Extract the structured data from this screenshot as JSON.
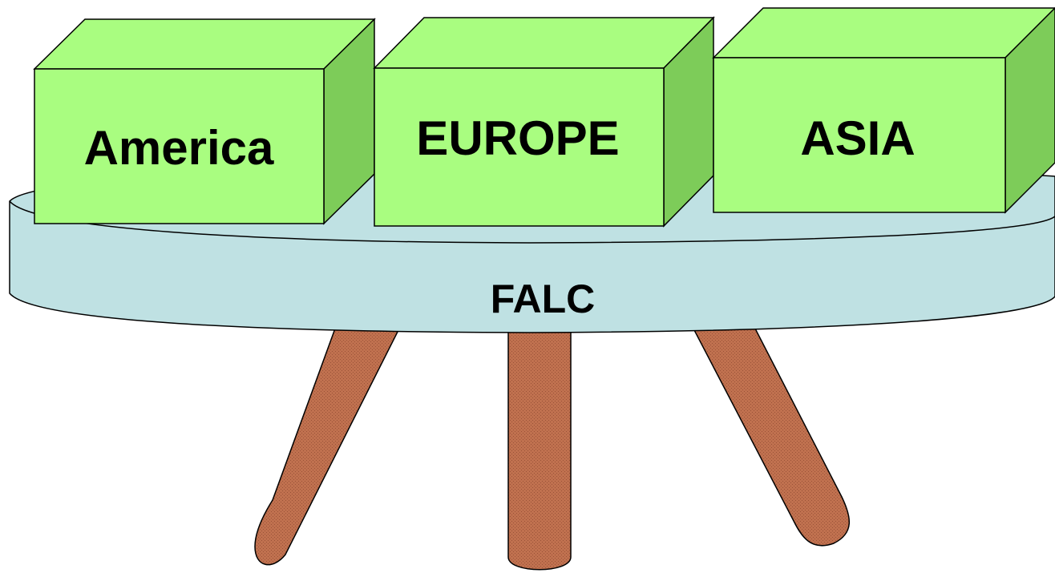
{
  "diagram": {
    "platform": {
      "label": "FALC",
      "fill": "#bfe1e3"
    },
    "boxes": [
      {
        "id": "america",
        "label": "America"
      },
      {
        "id": "europe",
        "label": "EUROPE"
      },
      {
        "id": "asia",
        "label": "ASIA"
      }
    ],
    "box_colors": {
      "front": "#a9fd80",
      "top": "#a9fd80",
      "side": "#7dcc59"
    },
    "leg_color": "#c0714f",
    "leg_count": 3
  }
}
